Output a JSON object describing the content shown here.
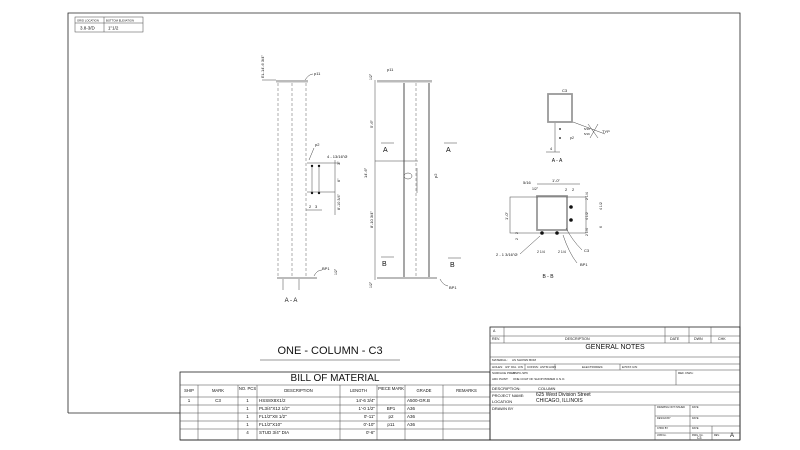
{
  "location_box": {
    "col1_label": "GRID LOCATION",
    "col1_value": "3.8-3/D",
    "col2_label": "BOTTOM ELEVATION",
    "col2_value": "1\"1/2"
  },
  "elevation_left": {
    "top_elev": "EL.14'-6 3/4\"",
    "top_plate": "p11",
    "clip": "p2",
    "holes": "4 - 13/16\"Ø",
    "dim_a": "2",
    "dim_b": "3",
    "dim_c": "3\"",
    "dim_d": "6\"",
    "dim_e": "8'-10 3/4\"",
    "base_plate": "BP1",
    "base_dim": "1/2\"",
    "section_label": "A - A"
  },
  "elevation_right": {
    "top_plate": "p11",
    "top_dim": "1/2\"",
    "upper_dim": "5'-6\"",
    "total_dim": "14'-6\"",
    "lower_dim": "8'-10 3/4\"",
    "clip": "p2",
    "section_a": "A",
    "section_b": "B",
    "base_plate": "BP1",
    "base_dim": "1/2\""
  },
  "section_aa": {
    "mark": "C3",
    "clip": "p2",
    "weld1": "5/16",
    "weld2": "5/16",
    "typ": "TYP",
    "dim": "4",
    "title": "A - A"
  },
  "section_bb": {
    "weld": "5/16",
    "plate_t": "1/2\"",
    "top_width": "1'-0\"",
    "d1": "2",
    "d2": "2",
    "d3": "2 1/4",
    "d4": "4 1/2",
    "d5": "4 1/2",
    "d6": "6",
    "d7": "2 1/4",
    "left_h": "1'-0\"",
    "l1": "2",
    "l2": "2",
    "holes": "2 - 1 3/16\"Ø",
    "b1": "2 1/4",
    "b2": "2 1/4",
    "mark": "C3",
    "plate": "BP1",
    "title": "B - B"
  },
  "bom": {
    "assembly_title": "ONE - COLUMN - C3",
    "title": "BILL OF MATERIAL",
    "headers": [
      "SHIP",
      "MARK",
      "NO. PCS",
      "DESCRIPTION",
      "LENGTH",
      "PIECE MARK",
      "GRADE",
      "REMARKS"
    ],
    "rows": [
      [
        "1",
        "C3",
        "1",
        "HSS8X8X1/2",
        "14'-6 3/4\"",
        "",
        "A500-GR.B",
        ""
      ],
      [
        "",
        "",
        "1",
        "PL3/4\"X12 1/2\"",
        "1'-0 1/2\"",
        "BP1",
        "A36",
        ""
      ],
      [
        "",
        "",
        "1",
        "FL1/2\"X8 1/2\"",
        "0'-11\"",
        "p2",
        "A36",
        ""
      ],
      [
        "",
        "",
        "1",
        "FL1/2\"X10\"",
        "0'-10\"",
        "p11",
        "A36",
        ""
      ],
      [
        "",
        "",
        "4",
        "STUD 3/4\" DIA",
        "0'-6\"",
        "",
        "",
        ""
      ]
    ]
  },
  "title_block": {
    "rev_value": "A",
    "rev": "REV.",
    "description": "DESCRIPTION",
    "date": "DATE",
    "dwn": "DWN",
    "chk": "CHK",
    "general_notes": "GENERAL NOTES",
    "material_label": "MATERIAL:",
    "material_value": "AS SHOWN BOM",
    "holes_label": "HOLES:",
    "holes_value": "3/4\" DIA. U/N",
    "conns_label": "CONNS:",
    "conns_value": "ASTM A325",
    "electrodes_label": "ELECTRODES:",
    "electrodes_value": "E70XX U/N",
    "surface_label": "SURFACE PREP:",
    "surface_value": "SSPC-SP6",
    "paint_label": "ARC PAINT:",
    "paint_value": "ONE COAT OF SHOP PRIMER U.N.O.",
    "ref_dwg": "REF. DWG:",
    "desc_label": "DESCRIPTION:",
    "desc_value": "COLUMN",
    "project_label": "PROJECT NAME:",
    "project_value": "625 West Division Street",
    "location_label": "LOCATION",
    "location_value": "CHICAGO, ILLINOIS",
    "drawn_by": "DRAWN BY",
    "drawing_not_for": "DRAWING NOT ISSUED",
    "date1": "DATE",
    "design": "DESIGN BY",
    "date2": "DATE",
    "checked": "CHKD BY",
    "date3": "DATE",
    "job": "JOB No.",
    "dwg_no_label": "DWG. No.",
    "dwg_no": "C3",
    "rev_label": "REV.",
    "rev_no": "A"
  }
}
